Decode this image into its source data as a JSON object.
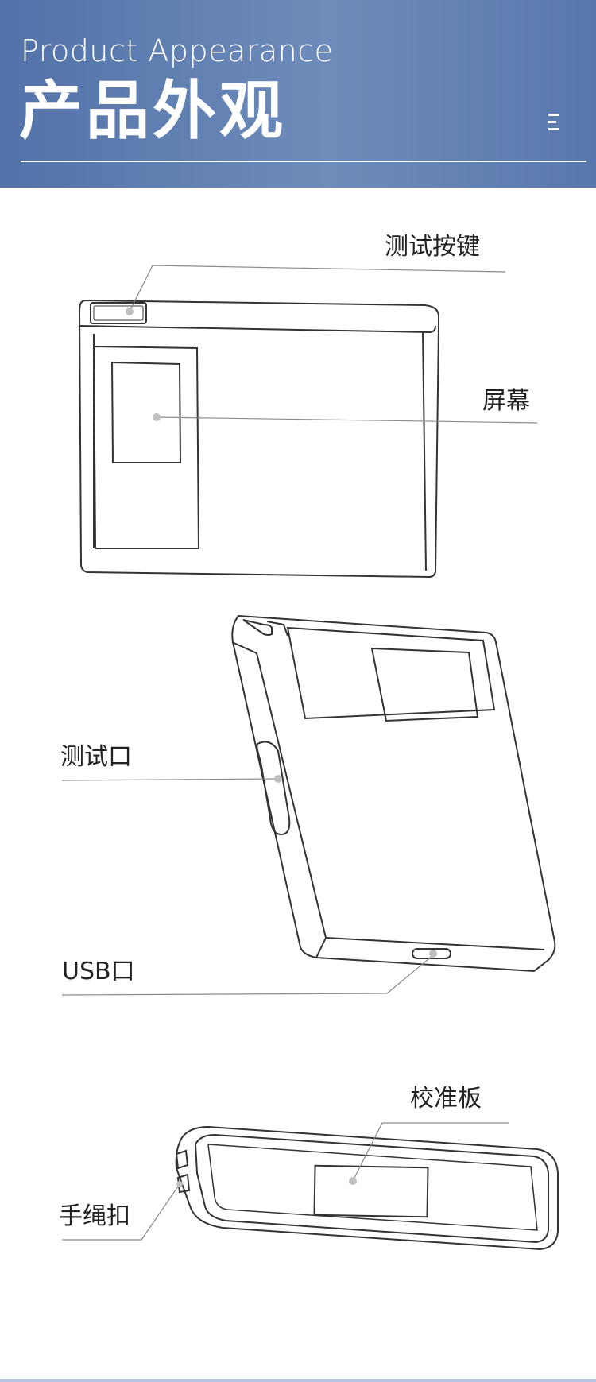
{
  "header": {
    "title_en": "Product Appearance",
    "title_cn": "产品外观",
    "menu_icon": "menu-icon"
  },
  "callouts": {
    "test_button": "测试按键",
    "screen": "屏幕",
    "test_port": "测试口",
    "usb_port": "USB口",
    "calibration_plate": "校准板",
    "lanyard_buckle": "手绳扣"
  },
  "colors": {
    "header_blue": "#6080b4",
    "line_art": "#333333",
    "leader_line": "#888888"
  }
}
